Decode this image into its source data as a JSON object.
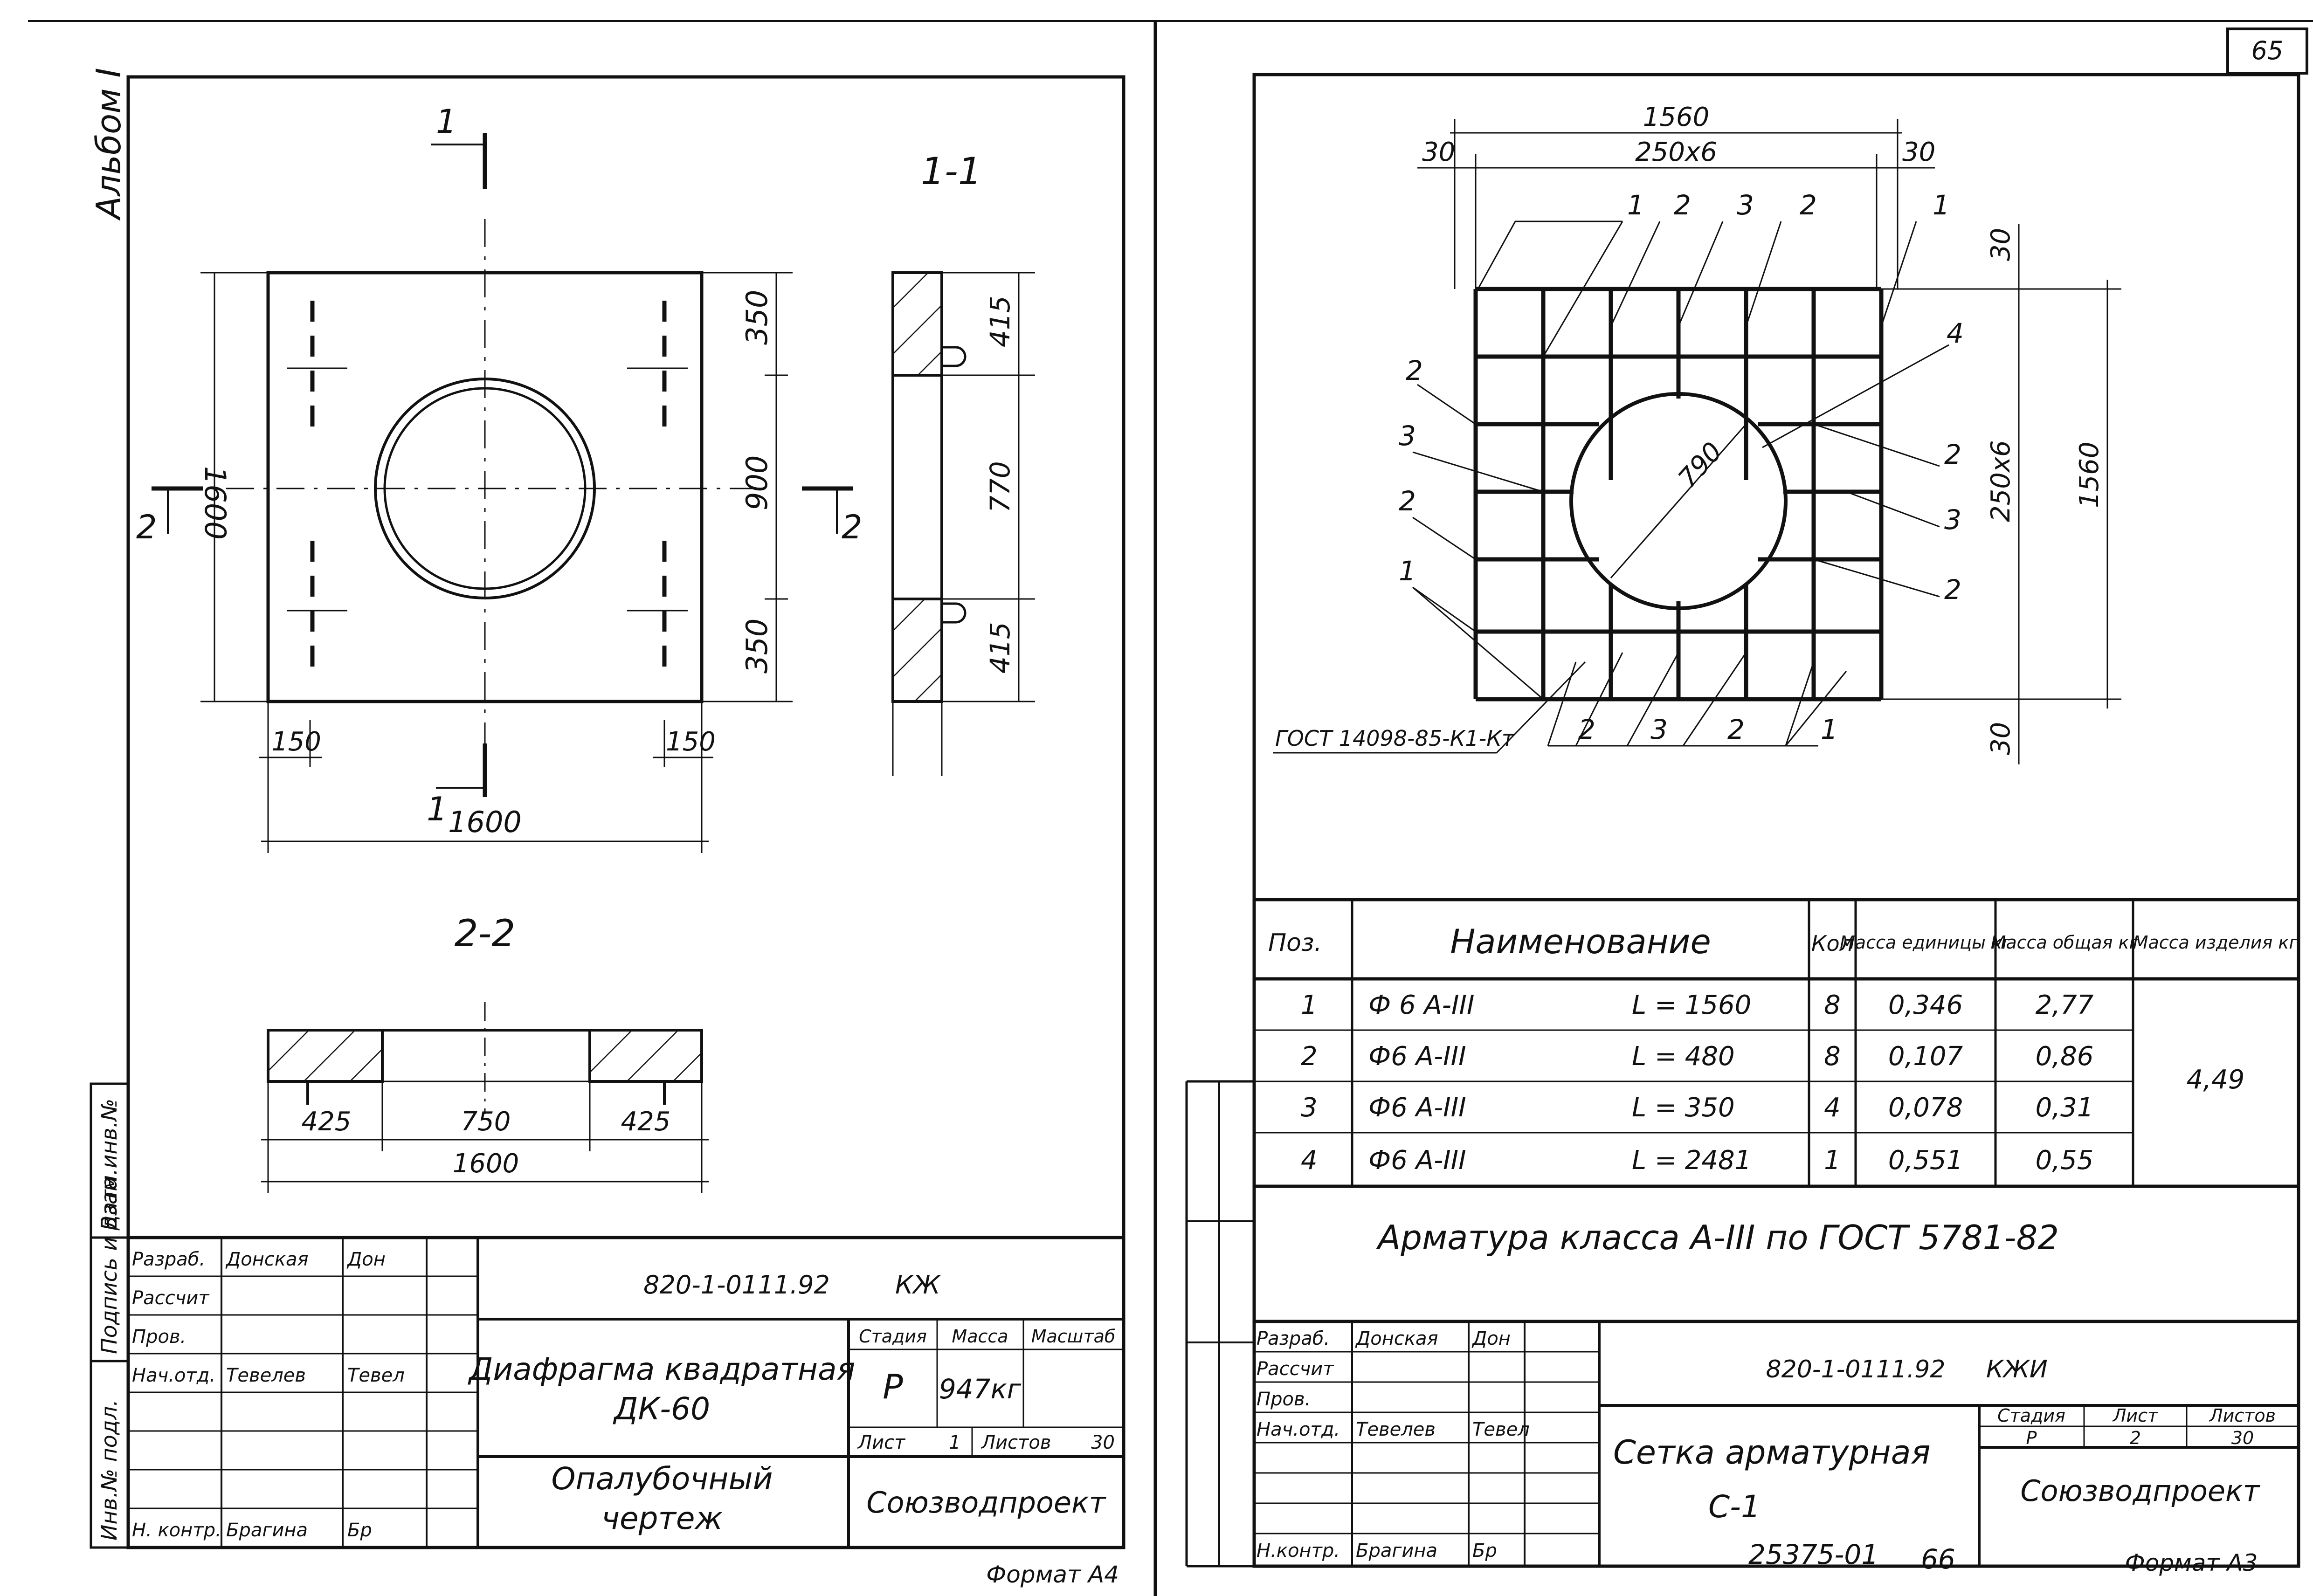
{
  "page_number": "65",
  "album_label": "Альбом I",
  "left_sheet": {
    "side_cells": [
      "Взам.инв.№",
      "Подпись и дата",
      "Инв.№ подл."
    ],
    "section_1_1": "1-1",
    "section_2_2": "2-2",
    "cut_marks": {
      "a_top": "1",
      "a_bottom": "1",
      "b_left": "2",
      "b_right": "2"
    },
    "plan_dims": {
      "overall_w": "1600",
      "overall_h": "1600",
      "edge_left": "150",
      "edge_right": "150",
      "v_top": "350",
      "v_mid": "900",
      "v_bottom": "350"
    },
    "section_1_1_dims": {
      "top": "415",
      "mid": "770",
      "bottom": "415"
    },
    "section_2_2_dims": {
      "left": "425",
      "mid": "750",
      "right": "425",
      "total": "1600"
    },
    "title_block": {
      "roles": [
        {
          "role": "Разраб.",
          "name": "Донская",
          "sign": "Дон"
        },
        {
          "role": "Рассчит",
          "name": "",
          "sign": ""
        },
        {
          "role": "Пров.",
          "name": "",
          "sign": ""
        },
        {
          "role": "Нач.отд.",
          "name": "Тевелев",
          "sign": "Тевел"
        },
        {
          "role": "",
          "name": "",
          "sign": ""
        },
        {
          "role": "",
          "name": "",
          "sign": ""
        },
        {
          "role": "",
          "name": "",
          "sign": ""
        },
        {
          "role": "Н. контр.",
          "name": "Брагина",
          "sign": "Бр"
        }
      ],
      "designation": "820-1-0111.92",
      "mark": "КЖ",
      "title_line1": "Диафрагма квадратная",
      "title_line2": "ДК-60",
      "subtitle_line1": "Опалубочный",
      "subtitle_line2": "чертеж",
      "hdr_stage": "Стадия",
      "hdr_mass": "Масса",
      "hdr_scale": "Масштаб",
      "stage": "Р",
      "mass": "947кг",
      "scale": "",
      "sheet_label": "Лист",
      "sheet_no": "1",
      "sheets_label": "Листов",
      "sheets_total": "30",
      "organization": "Союзводпроект"
    },
    "format": "Формат А4"
  },
  "right_sheet": {
    "dims": {
      "total_w": "1560",
      "inner_w": "250х6",
      "edge_l": "30",
      "edge_r": "30",
      "total_h": "1560",
      "inner_h": "250х6",
      "edge_t": "30",
      "edge_b": "30",
      "diameter": "790"
    },
    "gost_note": "ГОСТ 14098-85-К1-Кт",
    "leader_labels": {
      "top": [
        "1",
        "2",
        "3",
        "2",
        "1"
      ],
      "left": [
        "2",
        "3",
        "2",
        "1"
      ],
      "right": [
        "4",
        "2",
        "3",
        "2"
      ],
      "bottom": [
        "2",
        "3",
        "2",
        "1"
      ]
    },
    "spec_table": {
      "headers": [
        "Поз.",
        "Наименование",
        "Кол",
        "Масса единицы кг",
        "Масса общая кг",
        "Масса изделия кг"
      ],
      "rows": [
        {
          "pos": "1",
          "name": "Ф 6 А-III",
          "length": "L = 1560",
          "qty": "8",
          "unit_mass": "0,346",
          "total_mass": "2,77"
        },
        {
          "pos": "2",
          "name": "Ф6 А-III",
          "length": "L = 480",
          "qty": "8",
          "unit_mass": "0,107",
          "total_mass": "0,86"
        },
        {
          "pos": "3",
          "name": "Ф6 А-III",
          "length": "L = 350",
          "qty": "4",
          "unit_mass": "0,078",
          "total_mass": "0,31"
        },
        {
          "pos": "4",
          "name": "Ф6 А-III",
          "length": "L = 2481",
          "qty": "1",
          "unit_mass": "0,551",
          "total_mass": "0,55"
        }
      ],
      "product_mass": "4,49"
    },
    "rebar_note": "Арматура класса А-III по ГОСТ 5781-82",
    "title_block": {
      "roles": [
        {
          "role": "Разраб.",
          "name": "Донская",
          "sign": "Дон"
        },
        {
          "role": "Рассчит",
          "name": "",
          "sign": ""
        },
        {
          "role": "Пров.",
          "name": "",
          "sign": ""
        },
        {
          "role": "Нач.отд.",
          "name": "Тевелев",
          "sign": "Тевел"
        },
        {
          "role": "",
          "name": "",
          "sign": ""
        },
        {
          "role": "",
          "name": "",
          "sign": ""
        },
        {
          "role": "",
          "name": "",
          "sign": ""
        },
        {
          "role": "Н.контр.",
          "name": "Брагина",
          "sign": "Бр"
        }
      ],
      "designation": "820-1-0111.92",
      "mark": "КЖИ",
      "title_line1": "Сетка арматурная",
      "title_line2": "С-1",
      "hdr_stage": "Стадия",
      "hdr_sheet": "Лист",
      "hdr_sheets": "Листов",
      "stage": "Р",
      "sheet_no": "2",
      "sheets_total": "30",
      "organization": "Союзводпроект"
    },
    "footer_number": "25375-01",
    "footer_page": "66",
    "format": "Формат А3"
  }
}
